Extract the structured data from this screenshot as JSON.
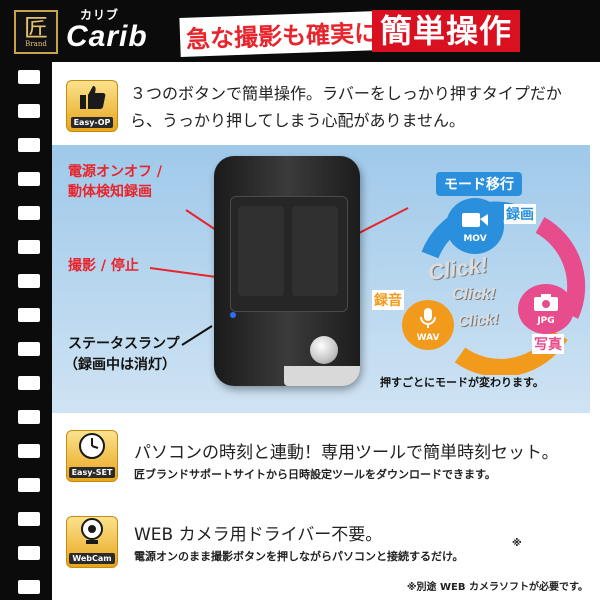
{
  "header": {
    "logo_kanji": "匠",
    "logo_sub": "Brand",
    "brand_kana": "カリブ",
    "brand_name": "Carib",
    "tagline": "急な撮影も確実に！",
    "tagline_strong": "簡単操作"
  },
  "intro": {
    "badge_label": "Easy-OP",
    "icon": "thumbs-up-icon",
    "text": "３つのボタンで簡単操作。ラバーをしっかり押すタイプだから、うっかり押してしまう心配がありません。"
  },
  "panel": {
    "label_power_1": "電源オンオフ /",
    "label_power_2": "動体検知録画",
    "label_shoot": "撮影 / 停止",
    "label_lamp_1": "ステータスランプ",
    "label_lamp_2": "（録画中は消灯）",
    "mode_title": "モード移行",
    "mode_record": "録画",
    "mode_mov": "MOV",
    "mode_photo": "写真",
    "mode_jpg": "JPG",
    "mode_audio": "録音",
    "mode_wav": "WAV",
    "click_1": "Click!",
    "click_2": "Click!",
    "click_3": "Click!",
    "caption": "押すごとにモードが変わります。"
  },
  "section_time": {
    "badge_label": "Easy-SET",
    "icon": "clock-icon",
    "title": "パソコンの時刻と連動！専用ツールで簡単時刻セット。",
    "sub": "匠ブランドサポートサイトから日時設定ツールをダウンロードできます。"
  },
  "section_webcam": {
    "badge_label": "WebCam",
    "icon": "webcam-icon",
    "title": "WEB カメラ用ドライバー不要。",
    "sub": "電源オンのまま撮影ボタンを押しながらパソコンと接続するだけ。",
    "mark": "※"
  },
  "footnote": "※別途 WEB カメラソフトが必要です。",
  "colors": {
    "accent_red": "#e8242c",
    "panel_blue": "#9fc9ea",
    "badge_gold": "#e7a51a",
    "mode_blue": "#2a8fdc",
    "mode_pink": "#e74c8c",
    "mode_orange": "#f29a1c"
  }
}
